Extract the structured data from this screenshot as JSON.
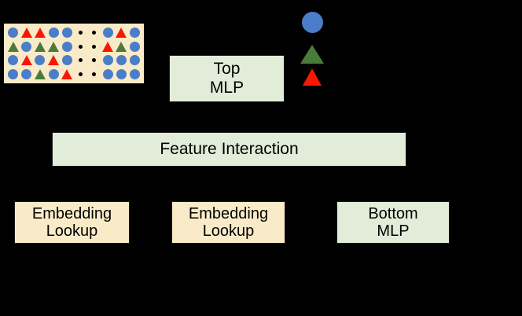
{
  "diagram": {
    "title": "DLRM model architecture diagram",
    "background_color": "#000000",
    "colors": {
      "box_green": "#E2EDD9",
      "box_cream": "#FAEBC8",
      "circle_blue": "#4A7EC8",
      "triangle_red": "#F81705",
      "triangle_green": "#4B7B3A",
      "dot_black": "#000000",
      "border": "#1A1A1A"
    },
    "boxes": {
      "top_mlp": "Top\nMLP",
      "feature_interaction": "Feature Interaction",
      "embedding_lookup_1": "Embedding\nLookup",
      "embedding_lookup_2": "Embedding\nLookup",
      "bottom_mlp": "Bottom\nMLP"
    },
    "legend": {
      "items": [
        {
          "shape": "circle",
          "color": "#4A7EC8",
          "icon": "circle-blue-icon"
        },
        {
          "shape": "triangle",
          "color": "#4B7B3A",
          "icon": "triangle-green-icon"
        },
        {
          "shape": "triangle",
          "color": "#F81705",
          "icon": "triangle-red-icon"
        }
      ]
    },
    "matrix": {
      "rows": 4,
      "cols": 10,
      "cells": [
        [
          "circle-blue",
          "triangle-red",
          "triangle-red",
          "circle-blue",
          "circle-blue",
          "dot-black",
          "dot-black",
          "circle-blue",
          "triangle-red",
          "circle-blue"
        ],
        [
          "triangle-green",
          "circle-blue",
          "triangle-green",
          "triangle-green",
          "circle-blue",
          "dot-black",
          "dot-black",
          "triangle-red",
          "triangle-green",
          "circle-blue"
        ],
        [
          "circle-blue",
          "triangle-red",
          "circle-blue",
          "triangle-red",
          "circle-blue",
          "dot-black",
          "dot-black",
          "circle-blue",
          "circle-blue",
          "circle-blue"
        ],
        [
          "circle-blue",
          "circle-blue",
          "triangle-green",
          "circle-blue",
          "triangle-red",
          "dot-black",
          "dot-black",
          "circle-blue",
          "circle-blue",
          "circle-blue"
        ]
      ]
    }
  }
}
